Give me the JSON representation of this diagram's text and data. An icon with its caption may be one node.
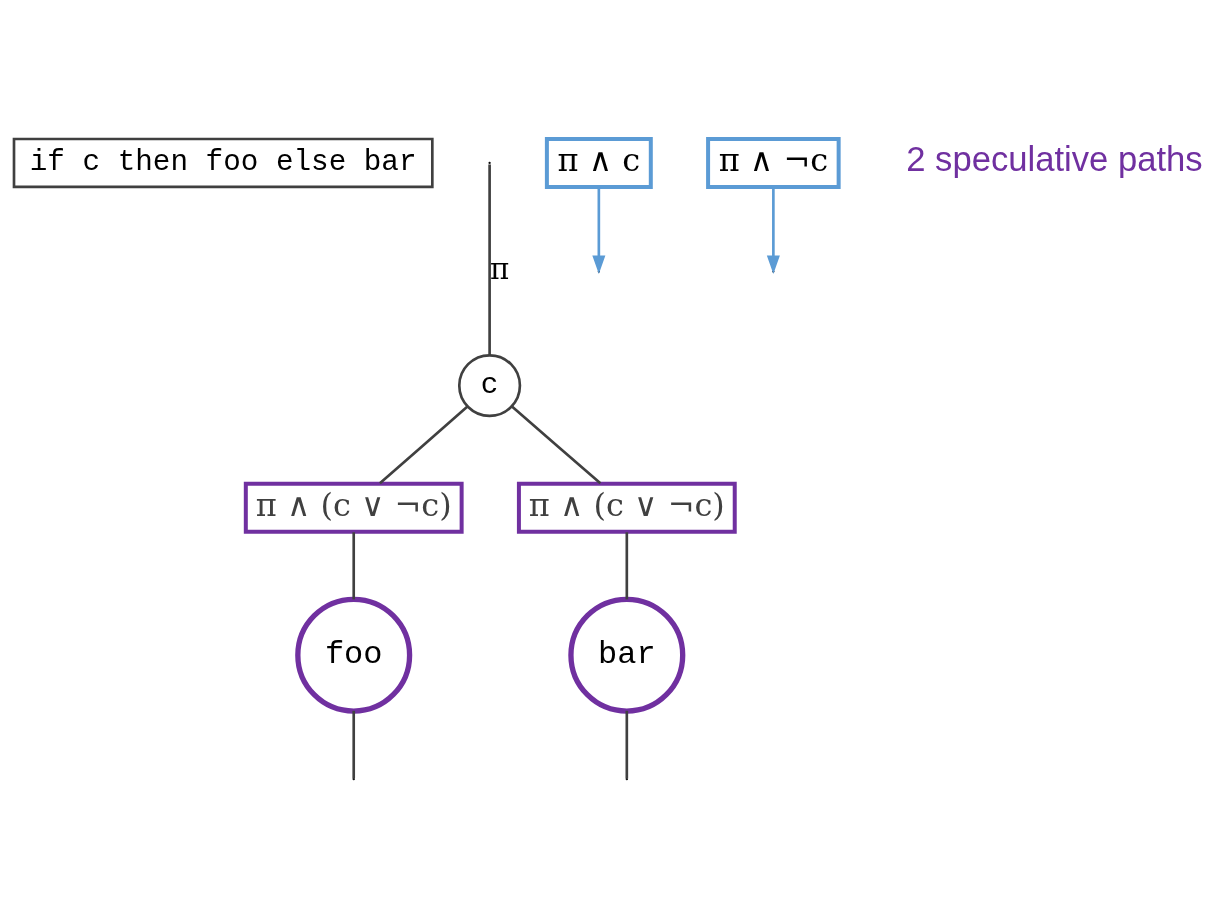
{
  "diagram": {
    "nodes": [
      {
        "text": [
          "if c then foo else bar"
        ]
      },
      {
        "text": [
          "c"
        ]
      },
      {
        "text": [
          "π ∧ (c ∨ ¬c)"
        ]
      },
      {
        "text": [
          "π ∧ (c ∨ ¬c)"
        ]
      },
      {
        "text": [
          "foo"
        ]
      },
      {
        "text": [
          "bar"
        ]
      },
      {
        "text": [
          "π ∧ c"
        ]
      },
      {
        "text": [
          "π ∧ ¬c"
        ]
      }
    ],
    "edges": [
      {
        "from": null,
        "to": 1,
        "arrow": "none",
        "label": "π"
      },
      {
        "from": 1,
        "to": 2,
        "arrow": "none"
      },
      {
        "from": 1,
        "to": 3,
        "arrow": "none"
      },
      {
        "from": 2,
        "to": 4,
        "arrow": "none"
      },
      {
        "from": 3,
        "to": 5,
        "arrow": "none"
      },
      {
        "from": 4,
        "to": null,
        "arrow": "none"
      },
      {
        "from": 5,
        "to": null,
        "arrow": "none"
      },
      {
        "from": 6,
        "to": null,
        "arrow": "to",
        "color": "#5b9bd5"
      },
      {
        "from": 7,
        "to": null,
        "arrow": "to",
        "color": "#5b9bd5"
      }
    ],
    "labels": [
      "2 speculative paths"
    ]
  }
}
